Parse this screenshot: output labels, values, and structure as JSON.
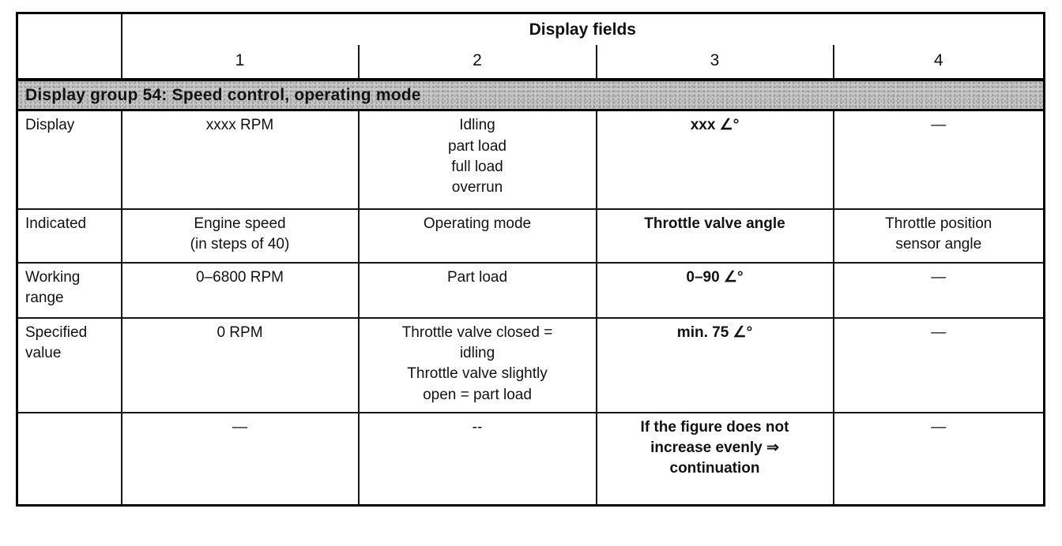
{
  "header": {
    "title": "Display fields",
    "columns": [
      "1",
      "2",
      "3",
      "4"
    ]
  },
  "banner": {
    "label": "Display group 54: Speed control, operating mode",
    "background_color": "#c9c9c9",
    "text_color": "#000000"
  },
  "rows": [
    {
      "label": "Display",
      "c1": "xxxx RPM",
      "c2": "Idling\npart load\nfull load\noverrun",
      "c3": "xxx ∠°",
      "c4": "—"
    },
    {
      "label": "Indicated",
      "c1": "Engine speed\n(in steps of 40)",
      "c2": "Operating mode",
      "c3": "Throttle valve angle",
      "c4": "Throttle position\nsensor angle"
    },
    {
      "label": "Working\nrange",
      "c1": "0–6800 RPM",
      "c2": "Part load",
      "c3": "0–90 ∠°",
      "c4": "—"
    },
    {
      "label": "Specified\nvalue",
      "c1": "0 RPM",
      "c2": "Throttle valve closed =\nidling\nThrottle valve slightly\nopen = part load",
      "c3": "min. 75 ∠°",
      "c4": "—"
    },
    {
      "label": "",
      "c1": "—",
      "c2": "--",
      "c3": "If the figure does not\nincrease evenly ⇒\ncontinuation",
      "c4": "—"
    }
  ]
}
